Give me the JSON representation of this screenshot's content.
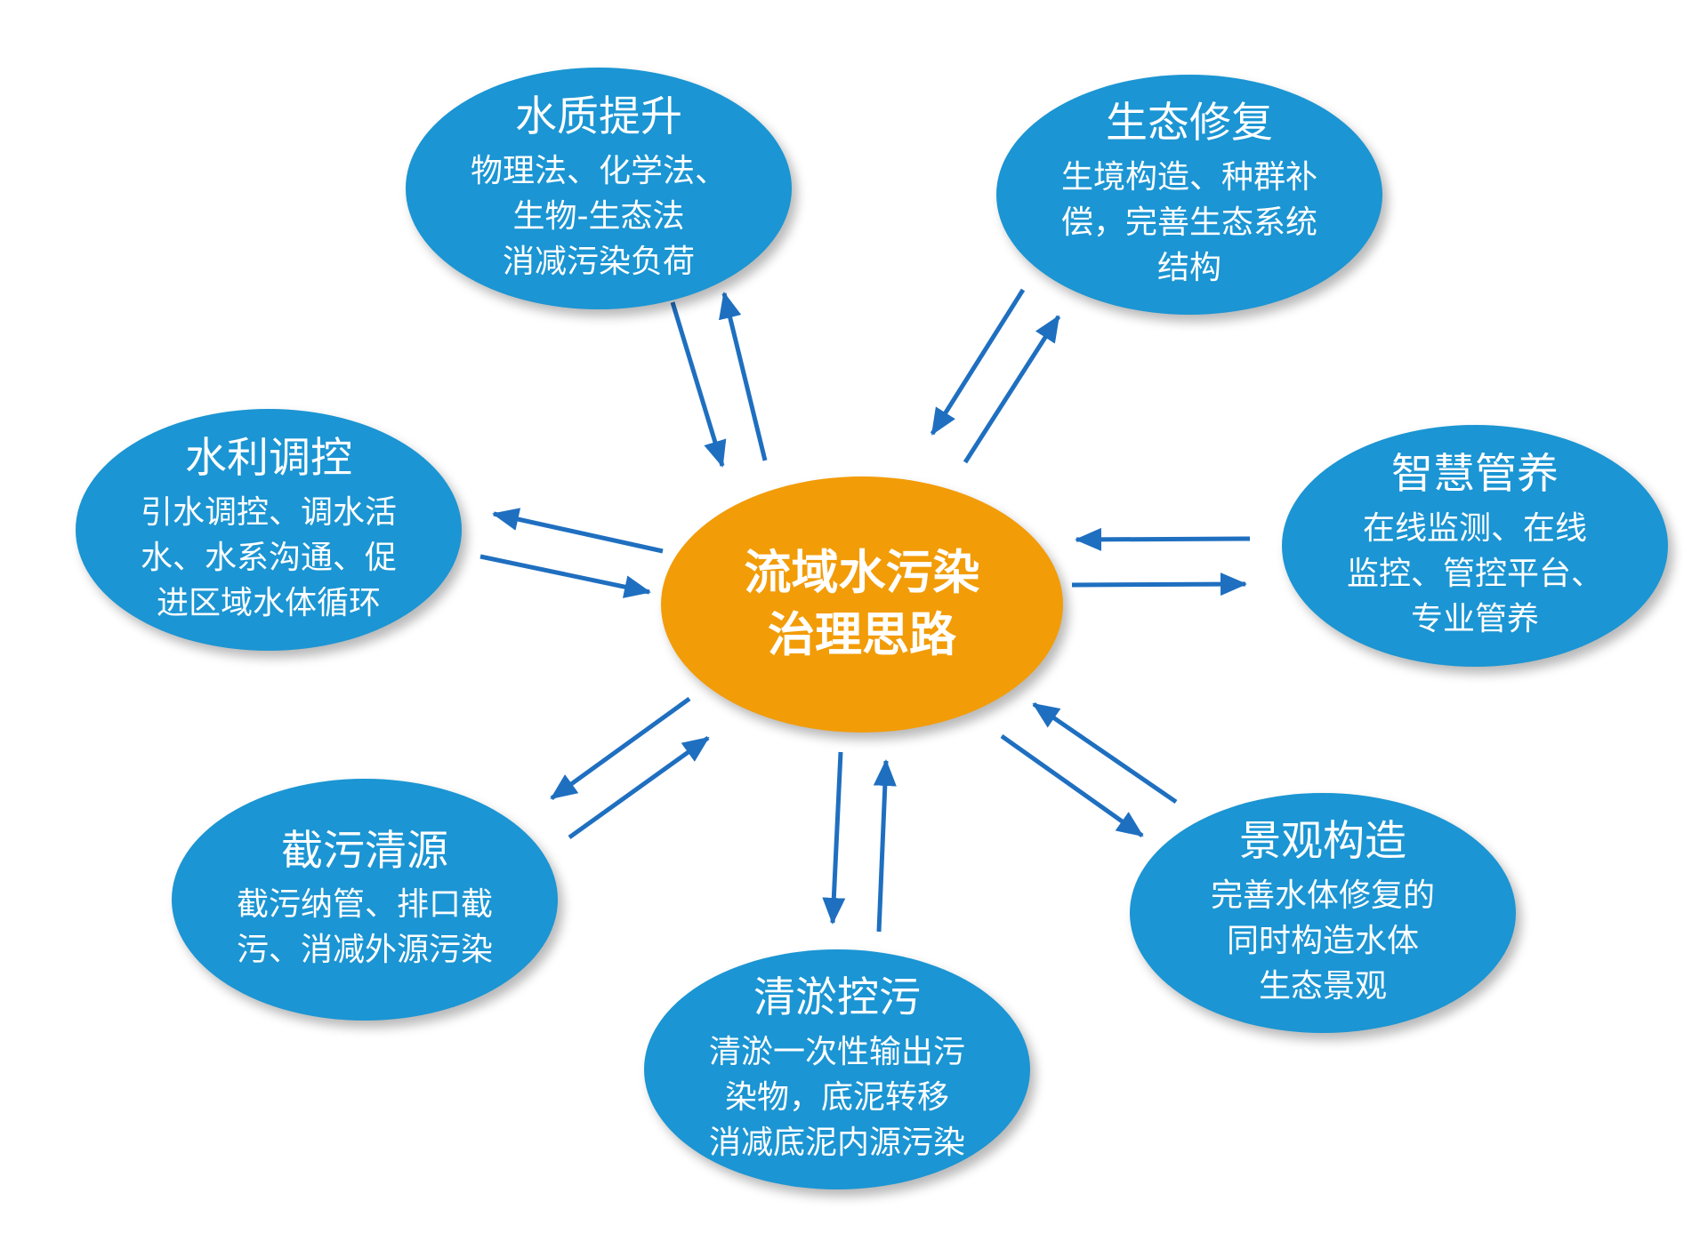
{
  "colors": {
    "node_fill": "#1b95d3",
    "center_fill": "#f29c08",
    "arrow": "#1f6fc0",
    "text": "#ffffff"
  },
  "center": {
    "lines": [
      "流域水污染",
      "治理思路"
    ]
  },
  "nodes": {
    "water_quality": {
      "title": "水质提升",
      "lines": [
        "物理法、化学法、",
        "生物-生态法",
        "消减污染负荷"
      ]
    },
    "eco_restore": {
      "title": "生态修复",
      "lines": [
        "生境构造、种群补",
        "偿，完善生态系统",
        "结构"
      ]
    },
    "hydraulic": {
      "title": "水利调控",
      "lines": [
        "引水调控、调水活",
        "水、水系沟通、促",
        "进区域水体循环"
      ]
    },
    "smart": {
      "title": "智慧管养",
      "lines": [
        "在线监测、在线",
        "监控、管控平台、",
        "专业管养"
      ]
    },
    "intercept": {
      "title": "截污清源",
      "lines": [
        "截污纳管、排口截",
        "污、消减外源污染"
      ]
    },
    "landscape": {
      "title": "景观构造",
      "lines": [
        "完善水体修复的",
        "同时构造水体",
        "生态景观"
      ]
    },
    "dredge": {
      "title": "清淤控污",
      "lines": [
        "清淤一次性输出污",
        "染物，底泥转移",
        "消减底泥内源污染"
      ]
    }
  }
}
